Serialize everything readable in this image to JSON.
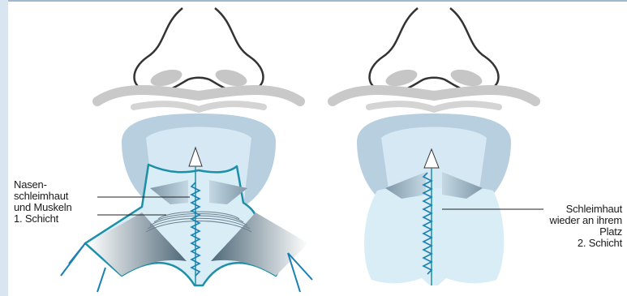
{
  "labels": {
    "left": [
      "Nasen-",
      "schleimhaut",
      "und Muskeln",
      "1. Schicht"
    ],
    "right": [
      "Schleimhaut",
      "wieder an ihrem",
      "Platz",
      "2. Schicht"
    ]
  },
  "colors": {
    "frame_blue": "#9fb7cf",
    "frame_left": "#d7e6f1",
    "nose_outline": "#333333",
    "nose_gray": "#c6c6c6",
    "lip_blue": "#b7cfdf",
    "mucosa_light": "#dbeef8",
    "flap_outline": "#1d8fa6",
    "suture": "#1a7fb2",
    "label_text": "#1a1a1a"
  },
  "icons": {
    "left_panel": "cleft-lip-repair-first-layer",
    "right_panel": "cleft-lip-repair-second-layer"
  }
}
